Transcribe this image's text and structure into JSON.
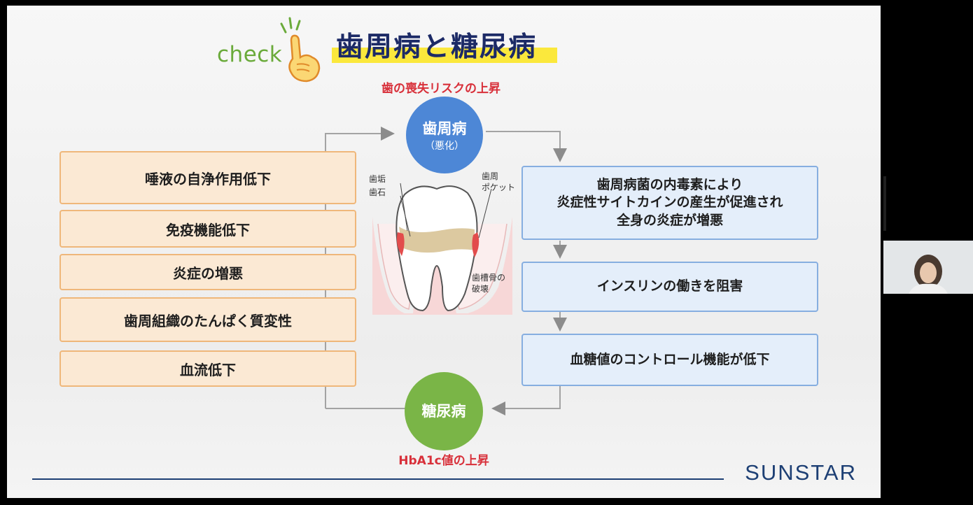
{
  "header": {
    "check_label": "check",
    "title": "歯周病と糖尿病"
  },
  "diagram": {
    "top_risk_label": "歯の喪失リスクの上昇",
    "bottom_risk_label": "HbA1c値の上昇",
    "top_node": {
      "label": "歯周病",
      "sub": "（悪化）",
      "color": "#4d87d6"
    },
    "bottom_node": {
      "label": "糖尿病",
      "color": "#7ab547"
    },
    "left_factors": [
      "唾液の自浄作用低下",
      "免疫機能低下",
      "炎症の増悪",
      "歯周組織のたんぱく質変性",
      "血流低下"
    ],
    "right_steps": [
      "歯周病菌の内毒素により\n炎症性サイトカインの産生が促進され\n全身の炎症が増悪",
      "インスリンの働きを阻害",
      "血糖値のコントロール機能が低下"
    ],
    "tooth_labels": {
      "plaque": "歯垢",
      "calculus": "歯石",
      "pocket": "歯周\nポケット",
      "bone_loss": "歯槽骨の\n破壊"
    }
  },
  "footer": {
    "brand": "SUNSTAR"
  },
  "colors": {
    "navy": "#1d3f74",
    "accent_yellow": "#fbe83c",
    "risk_red": "#d8303a"
  }
}
